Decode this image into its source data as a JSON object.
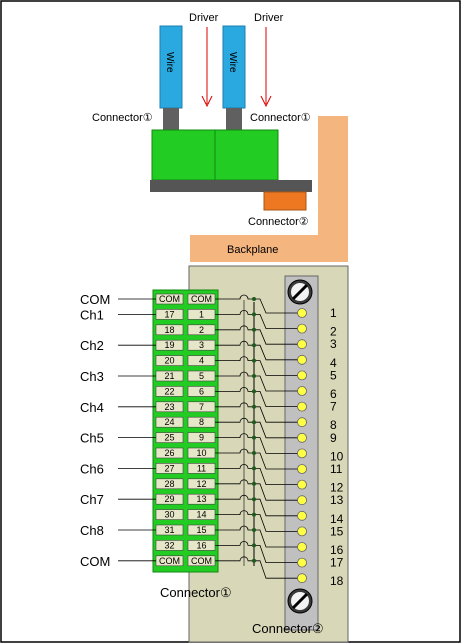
{
  "top_view": {
    "driver_labels": [
      "Driver",
      "Driver"
    ],
    "wire_labels": [
      "Wire",
      "Wire"
    ],
    "connector1_labels": [
      "Connector①",
      "Connector①"
    ],
    "connector2_label": "Connector②",
    "backplane_label": "Backplane"
  },
  "front_view": {
    "left_labels": [
      "COM",
      "Ch1",
      "Ch2",
      "Ch3",
      "Ch4",
      "Ch5",
      "Ch6",
      "Ch7",
      "Ch8",
      "COM"
    ],
    "left_pins": [
      "COM",
      "17",
      "18",
      "19",
      "20",
      "21",
      "22",
      "23",
      "24",
      "25",
      "26",
      "27",
      "28",
      "29",
      "30",
      "31",
      "32",
      "COM"
    ],
    "right_pins": [
      "COM",
      "1",
      "2",
      "3",
      "4",
      "5",
      "6",
      "7",
      "8",
      "9",
      "10",
      "11",
      "12",
      "13",
      "14",
      "15",
      "16",
      "COM"
    ],
    "terminal_numbers": [
      "1",
      "2",
      "3",
      "4",
      "5",
      "6",
      "7",
      "8",
      "9",
      "10",
      "11",
      "12",
      "13",
      "14",
      "15",
      "16",
      "17",
      "18"
    ],
    "connector1_label": "Connector①",
    "connector2_label": "Connector②"
  },
  "colors": {
    "wire": "#2aa9e0",
    "plug": "#606060",
    "connector_green": "#22cc22",
    "base_bar": "#555555",
    "connector2_orange": "#ee7722",
    "backplane": "#f5b57f",
    "terminal_board": "#d8d8b8",
    "terminal_strip": "#c0c0c0",
    "arrow": "#dd0000",
    "terminal_dot": "#ffff44"
  }
}
